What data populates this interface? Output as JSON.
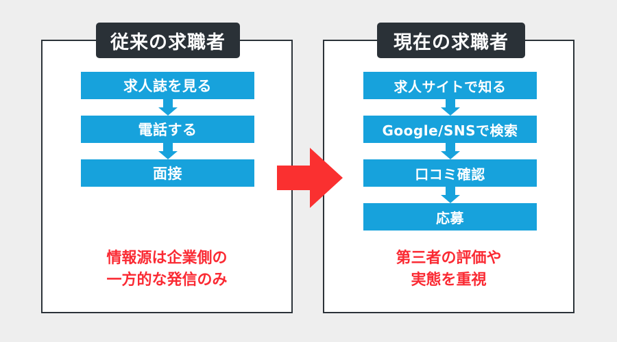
{
  "diagram": {
    "background_color": "#eeeeee",
    "accent_blue": "#17a2dc",
    "accent_red": "#fa2a33",
    "panel_border_color": "#2b3238",
    "title_chip_color": "#2a3137"
  },
  "panels": [
    {
      "id": "traditional",
      "title": "従来の求職者",
      "steps": [
        {
          "label": "求人誌を見る"
        },
        {
          "label": "電話する"
        },
        {
          "label": "面接"
        }
      ],
      "caption_lines": [
        "情報源は企業側の",
        "一方的な発信のみ"
      ]
    },
    {
      "id": "current",
      "title": "現在の求職者",
      "steps": [
        {
          "label": "求人サイトで知る"
        },
        {
          "label": "Google/SNSで検索"
        },
        {
          "label": "口コミ確認"
        },
        {
          "label": "応募"
        }
      ],
      "caption_lines": [
        "第三者の評価や",
        "実態を重視"
      ]
    }
  ],
  "transition": {
    "icon": "right-arrow-icon",
    "color": "#fa3030"
  }
}
